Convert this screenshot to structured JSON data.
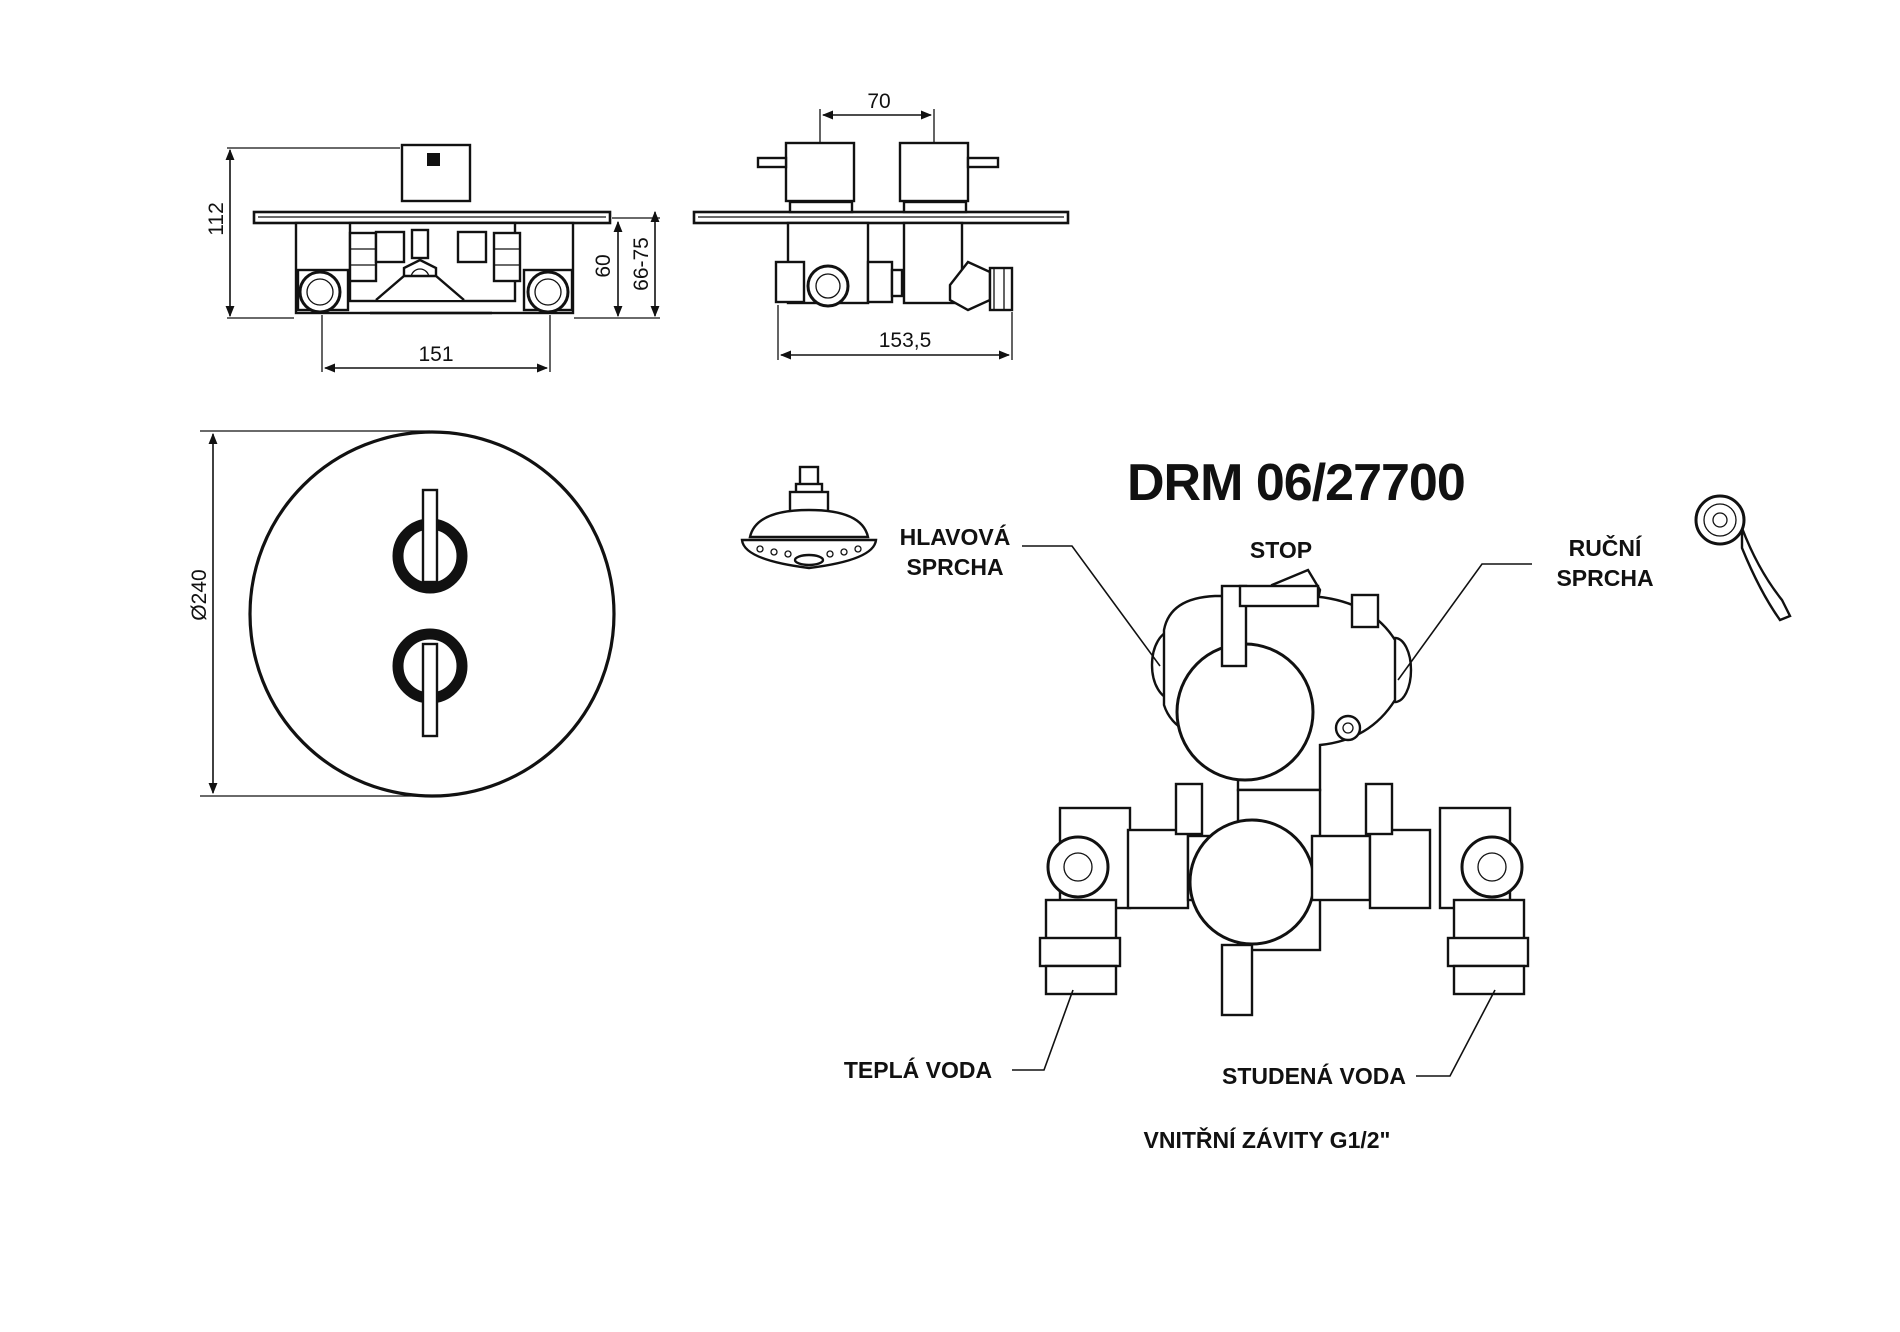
{
  "model": "DRM 06/27700",
  "dimensions": {
    "height_total": "112",
    "depth_body": "60",
    "depth_range": "66-75",
    "width_body": "151",
    "handle_spacing": "70",
    "width_side": "153,5",
    "plate_diameter": "Ø240"
  },
  "labels": {
    "head_shower_line1": "HLAVOVÁ",
    "head_shower_line2": "SPRCHA",
    "stop": "STOP",
    "hand_shower_line1": "RUČNÍ",
    "hand_shower_line2": "SPRCHA",
    "hot_water": "TEPLÁ VODA",
    "cold_water": "STUDENÁ VODA",
    "thread_note": "VNITŘNÍ ZÁVITY G1/2\""
  },
  "icons": [
    "head-shower-icon",
    "hand-shower-icon"
  ]
}
